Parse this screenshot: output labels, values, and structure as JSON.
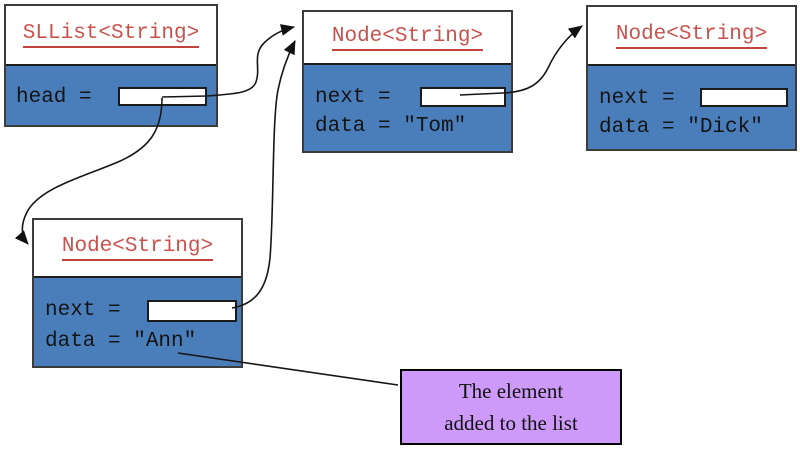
{
  "diagram": {
    "colors": {
      "node_fill": "#4A7EBB",
      "node_border": "#3c3c3c",
      "title_color": "#c9524e",
      "title_underline": "#c2423e",
      "body_text": "#141414",
      "value_box_fill": "#ffffff",
      "callout_fill": "#cd9afa",
      "callout_border": "#000000",
      "arrow_color": "#161616",
      "background": "#ffffff"
    },
    "boxes": [
      {
        "id": "sllist",
        "title": "SLList<String>",
        "rows": [
          {
            "label": "head = "
          }
        ]
      },
      {
        "id": "node-tom",
        "title": "Node<String>",
        "rows": [
          {
            "label": "next = "
          },
          {
            "label": "data = \"Tom\""
          }
        ]
      },
      {
        "id": "node-dick",
        "title": "Node<String>",
        "rows": [
          {
            "label": "next = "
          },
          {
            "label": "data = \"Dick\""
          }
        ]
      },
      {
        "id": "node-ann",
        "title": "Node<String>",
        "rows": [
          {
            "label": "next = "
          },
          {
            "label": "data = \"Ann\""
          }
        ]
      }
    ],
    "pointers": [
      {
        "name": "head-to-tom",
        "from": "sllist.head",
        "to": "node-tom"
      },
      {
        "name": "head-to-ann",
        "from": "sllist.head",
        "to": "node-ann"
      },
      {
        "name": "ann-next-to-tom",
        "from": "node-ann.next",
        "to": "node-tom"
      },
      {
        "name": "tom-next-to-dick",
        "from": "node-tom.next",
        "to": "node-dick"
      }
    ],
    "callout": {
      "line1": "The element",
      "line2": "added to the list"
    }
  }
}
